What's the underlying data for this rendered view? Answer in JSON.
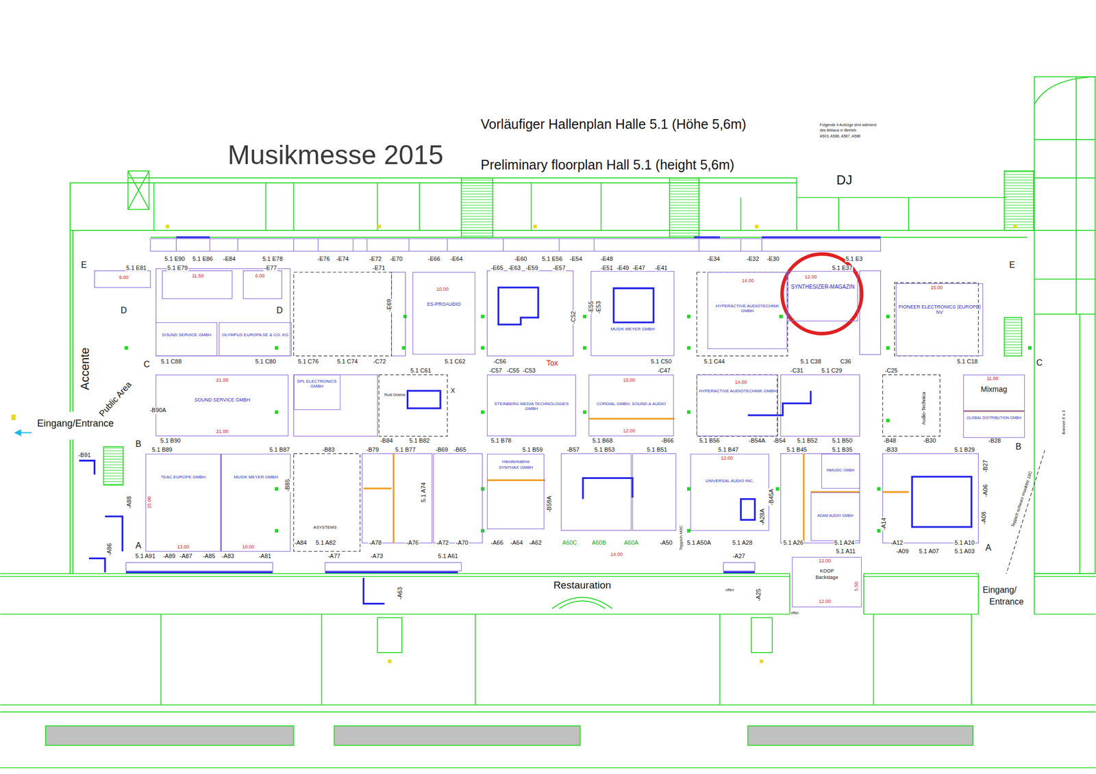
{
  "diagram": {
    "title": "Musikmesse 2015",
    "nodes": [
      {
        "text": [
          "SOUND SERVICE GMBH"
        ]
      },
      {
        "text": [
          "OLYMPUS EUROPA SE & CO. KG"
        ]
      },
      {
        "text": [
          "ES-PROAUDIO"
        ]
      },
      {
        "text": [
          "MUSIK MEYER GMBH"
        ]
      },
      {
        "text": [
          "HYPERACTIVE AUDIOTECHNIK GMBH"
        ]
      },
      {
        "text": [
          "SYNTHESIZER-MAGAZIN"
        ]
      },
      {
        "text": [
          "PIONEER ELECTRONICS (EUROPE) NV"
        ]
      },
      {
        "text": [
          "SOUND SERVICE GMBH"
        ]
      },
      {
        "text": [
          "SPL ELECTRONICS GMBH"
        ]
      },
      {
        "text": [
          "STEINBERG MEDIA TECHNOLOGIES GMBH"
        ]
      },
      {
        "text": [
          "CORDIAL GMBH, SOUND & AUDIO"
        ]
      },
      {
        "text": [
          "HYPERACTIVE AUDIOTECHNIK GMBH"
        ]
      },
      {
        "text": [
          "Mixmag"
        ]
      },
      {
        "text": [
          "GLOBAL DISTRIBUTION GMBH"
        ]
      },
      {
        "text": [
          "TEAC EUROPE GMBH"
        ]
      },
      {
        "text": [
          "MUSIK MEYER GMBH"
        ]
      },
      {
        "text": [
          "Händlerkabine",
          "SYNTHAX GMBH"
        ]
      },
      {
        "text": [
          "UNIVERSAL AUDIO INC."
        ]
      },
      {
        "text": [
          "INMUSIC GMBH"
        ]
      },
      {
        "text": [
          "ADAM AUDIO GMBH"
        ]
      },
      {
        "text": [
          "KOOP",
          "Backstage"
        ]
      }
    ],
    "labels": [
      "Vorläufiger Hallenplan Halle 5.1 (Höhe 5,6m)",
      "Preliminary floorplan Hall 5.1 (height 5,6m)",
      "DJ",
      "Folgende 4 Aufzüge sind während",
      "des Abbaus in Betrieb",
      "A503, A588, A587, A588",
      "E",
      "E",
      "D",
      "D",
      "C",
      "C",
      "B",
      "B",
      "A",
      "A",
      "Accente",
      "Public Area",
      "Eingang/Entrance",
      "Restauration",
      "Eingang/",
      "Entrance",
      "Rudi Grieme",
      "X",
      "Tox",
      "ASYSTEMS",
      "Audio-Technica",
      "Teppich M3C",
      "offen",
      "offen",
      "Banner 6 x 3",
      "Teppich schwarz musikbiz 18C",
      "5.1 E90",
      "5.1 E86",
      "-E84",
      "5.1 E78",
      "-E76",
      "-E74",
      "-E72",
      "-E70",
      "-E66",
      "-E64",
      "-E60",
      "5.1 E56",
      "-E54",
      "-E48",
      "-E34",
      "-E32",
      "-E30",
      "5.1 E3",
      "5.1 E81",
      "5.1 E79",
      "-E77",
      "-E71",
      "-E65",
      "-E63",
      "-E59",
      "-E57",
      "-E51",
      "-E49",
      "-E47",
      "-E41",
      "5.1 E37",
      "-E69",
      "-C52",
      "-E55",
      "-E53",
      "5.1 C88",
      "5.1 C80",
      "5.1 C76",
      "5.1 C74",
      "-C72",
      "5.1 C62",
      "-C56",
      "5.1 C50",
      "5.1 C44",
      "5.1 C38",
      "C36",
      "5.1 C18",
      "5.1 C61",
      "-C57",
      "-C55",
      "-C53",
      "-C47",
      "-C31",
      "5.1 C29",
      "-C25",
      "5.1 B90",
      "-B84",
      "5.1 B82",
      "5.1 B78",
      "5.1 B68",
      "-B66",
      "5.1 B56",
      "-B54A",
      "-B54",
      "5.1 B52",
      "5.1 B50",
      "-B48",
      "-B30",
      "-B28",
      "5.1 B89",
      "5.1 B87",
      "-B83",
      "-B79",
      "5.1 B77",
      "-B69",
      "-B65",
      "5.1 B59",
      "-B57",
      "5.1 B53",
      "5.1 B51",
      "5.1 B47",
      "5.1 B45",
      "5.1 B35",
      "-B33",
      "5.1 B29",
      "-B90A",
      "-B91",
      "-B85",
      "-B59A",
      "-B45A",
      "-A28A",
      "5.1 A74",
      "-A84",
      "5.1 A82",
      "-A78",
      "-A76",
      "-A72",
      "-A70",
      "-A66",
      "-A64",
      "-A62",
      "A60C",
      "A60B",
      "A60A",
      "-A50",
      "5.1 A50A",
      "5.1 A28",
      "5.1 A26",
      "5.1 A24",
      "-A12",
      "5.1 A10",
      "5.1 A11",
      "-A09",
      "5.1 A07",
      "5.1 A03",
      "5.1 A91",
      "-A89",
      "-A87",
      "-A85",
      "-A83",
      "-A81",
      "-A77",
      "-A73",
      "5.1 A61",
      "-A27",
      "-A88",
      "-A86",
      "-A14",
      "-B27",
      "-A06",
      "-A08",
      "-A25",
      "-A63",
      "9.00",
      "11.50",
      "6.00",
      "10.00",
      "14.00",
      "12.00",
      "15.00",
      "21.00",
      "21.00",
      "14.00",
      "15.00",
      "11.00",
      "12.00",
      "15.00",
      "13.00",
      "10.00",
      "12.00",
      "14.00",
      "12.00",
      "12.00",
      "5.50"
    ]
  }
}
